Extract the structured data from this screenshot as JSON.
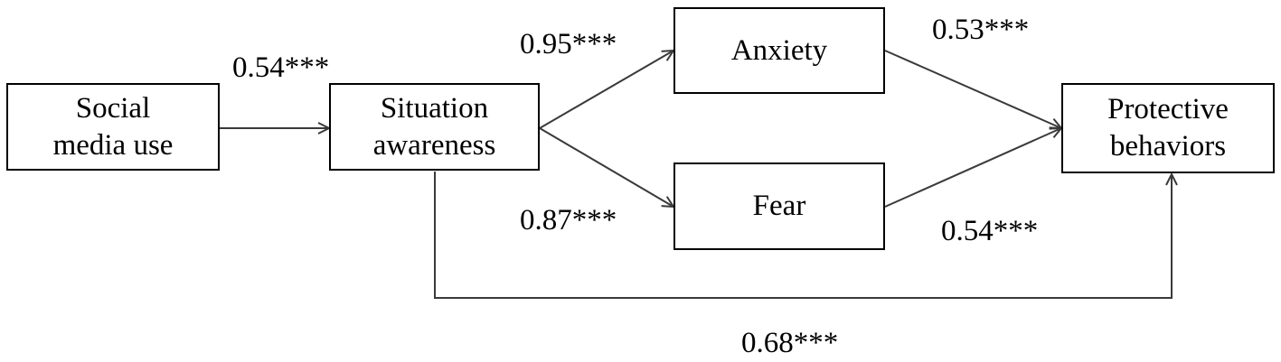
{
  "nodes": {
    "social_media_use": "Social\nmedia use",
    "situation_awareness": "Situation\nawareness",
    "anxiety": "Anxiety",
    "fear": "Fear",
    "protective_behaviors": "Protective\nbehaviors"
  },
  "paths": {
    "social_to_situation": "0.54***",
    "situation_to_anxiety": "0.95***",
    "situation_to_fear": "0.87***",
    "anxiety_to_protective": "0.53***",
    "fear_to_protective": "0.54***",
    "situation_to_protective": "0.68***"
  },
  "colors": {
    "line": "#3a3a3a",
    "box_border": "#000000",
    "text": "#000000"
  }
}
